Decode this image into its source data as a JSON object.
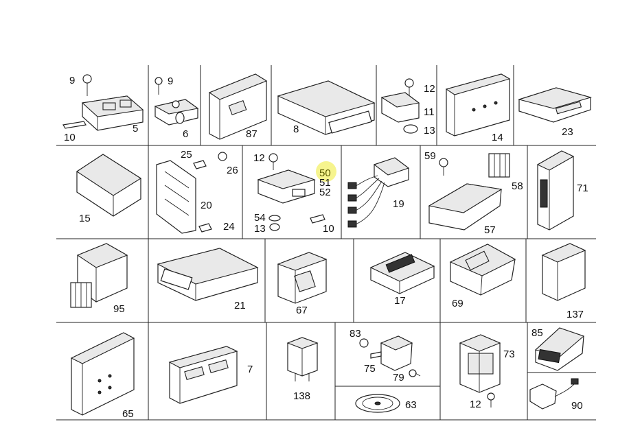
{
  "labels": {
    "l9a": "9",
    "l5": "5",
    "l10a": "10",
    "l9b": "9",
    "l6": "6",
    "l87": "87",
    "l8": "8",
    "l12a": "12",
    "l11": "11",
    "l13a": "13",
    "l14": "14",
    "l23": "23",
    "l15": "15",
    "l25": "25",
    "l26": "26",
    "l20": "20",
    "l24": "24",
    "l12b": "12",
    "l50": "50",
    "l51": "51",
    "l52": "52",
    "l54": "54",
    "l13b": "13",
    "l10b": "10",
    "l19": "19",
    "l59": "59",
    "l58": "58",
    "l57": "57",
    "l71": "71",
    "l95": "95",
    "l21": "21",
    "l67": "67",
    "l17": "17",
    "l69": "69",
    "l137": "137",
    "l65": "65",
    "l7": "7",
    "l138": "138",
    "l83": "83",
    "l75": "75",
    "l79": "79",
    "l63": "63",
    "l73": "73",
    "l12c": "12",
    "l85": "85",
    "l90": "90"
  },
  "highlight": {
    "label": "50",
    "color": "#f4f27a"
  }
}
